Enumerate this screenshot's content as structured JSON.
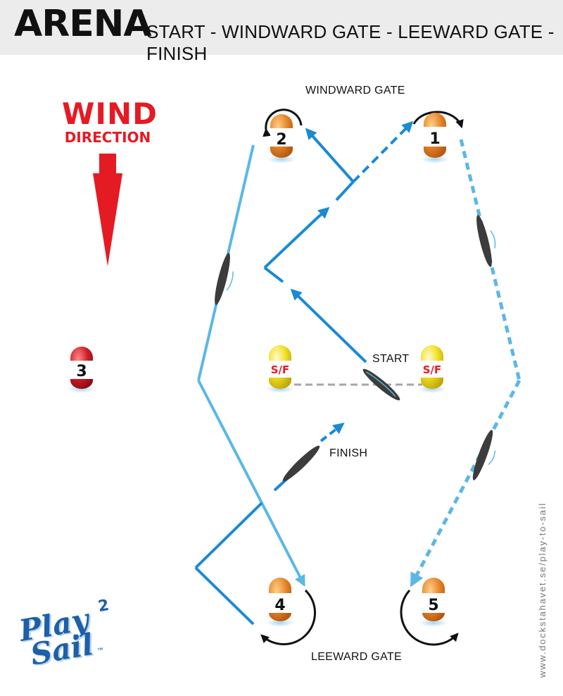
{
  "header": {
    "title": "ARENA",
    "subtitle": "START - WINDWARD GATE - LEEWARD GATE - FINISH"
  },
  "wind": {
    "line1": "WIND",
    "line2": "DIRECTION",
    "color": "#e41b23"
  },
  "labels": {
    "windward_gate": "WINDWARD GATE",
    "start": "START",
    "finish": "FINISH",
    "leeward_gate": "LEEWARD GATE"
  },
  "buoys": {
    "b1": "1",
    "b2": "2",
    "b3": "3",
    "b4": "4",
    "b5": "5",
    "start_left": "S/F",
    "start_right": "S/F"
  },
  "colors": {
    "course_dark_blue": "#1a8ad4",
    "course_light_blue": "#5ab8e6",
    "start_line": "#a6a6a6",
    "buoy_orange": "#e8872a",
    "buoy_red": "#d0202a",
    "buoy_yellow": "#f2e01f",
    "boat": "#3c3c3c"
  },
  "side_text": "www.dockstahavet.se/play-to-sail",
  "logo": {
    "line1": "Play",
    "superscript": "2",
    "line2": "Sail",
    "trademark": "™"
  }
}
